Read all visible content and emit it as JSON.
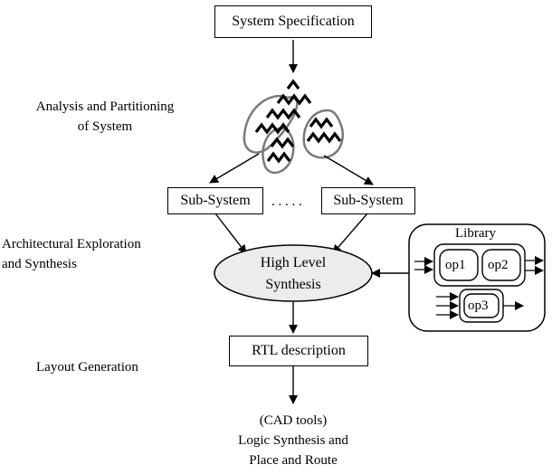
{
  "diagram": {
    "nodes": {
      "system_spec": "System Specification",
      "subsystem_left": "Sub-System",
      "subsystem_right": "Sub-System",
      "dots": ". . . . .",
      "hls_line1": "High Level",
      "hls_line2": "Synthesis",
      "rtl": "RTL description",
      "cad_line1": "(CAD tools)",
      "cad_line2": "Logic Synthesis  and",
      "cad_line3": "Place and Route"
    },
    "stages": {
      "analysis_line1": "Analysis and Partitioning",
      "analysis_line2": "of System",
      "arch_line1": "Architectural Exploration",
      "arch_line2": "and Synthesis",
      "layout": "Layout Generation"
    },
    "library": {
      "title": "Library",
      "ops": [
        "op1",
        "op2",
        "op3"
      ]
    }
  }
}
